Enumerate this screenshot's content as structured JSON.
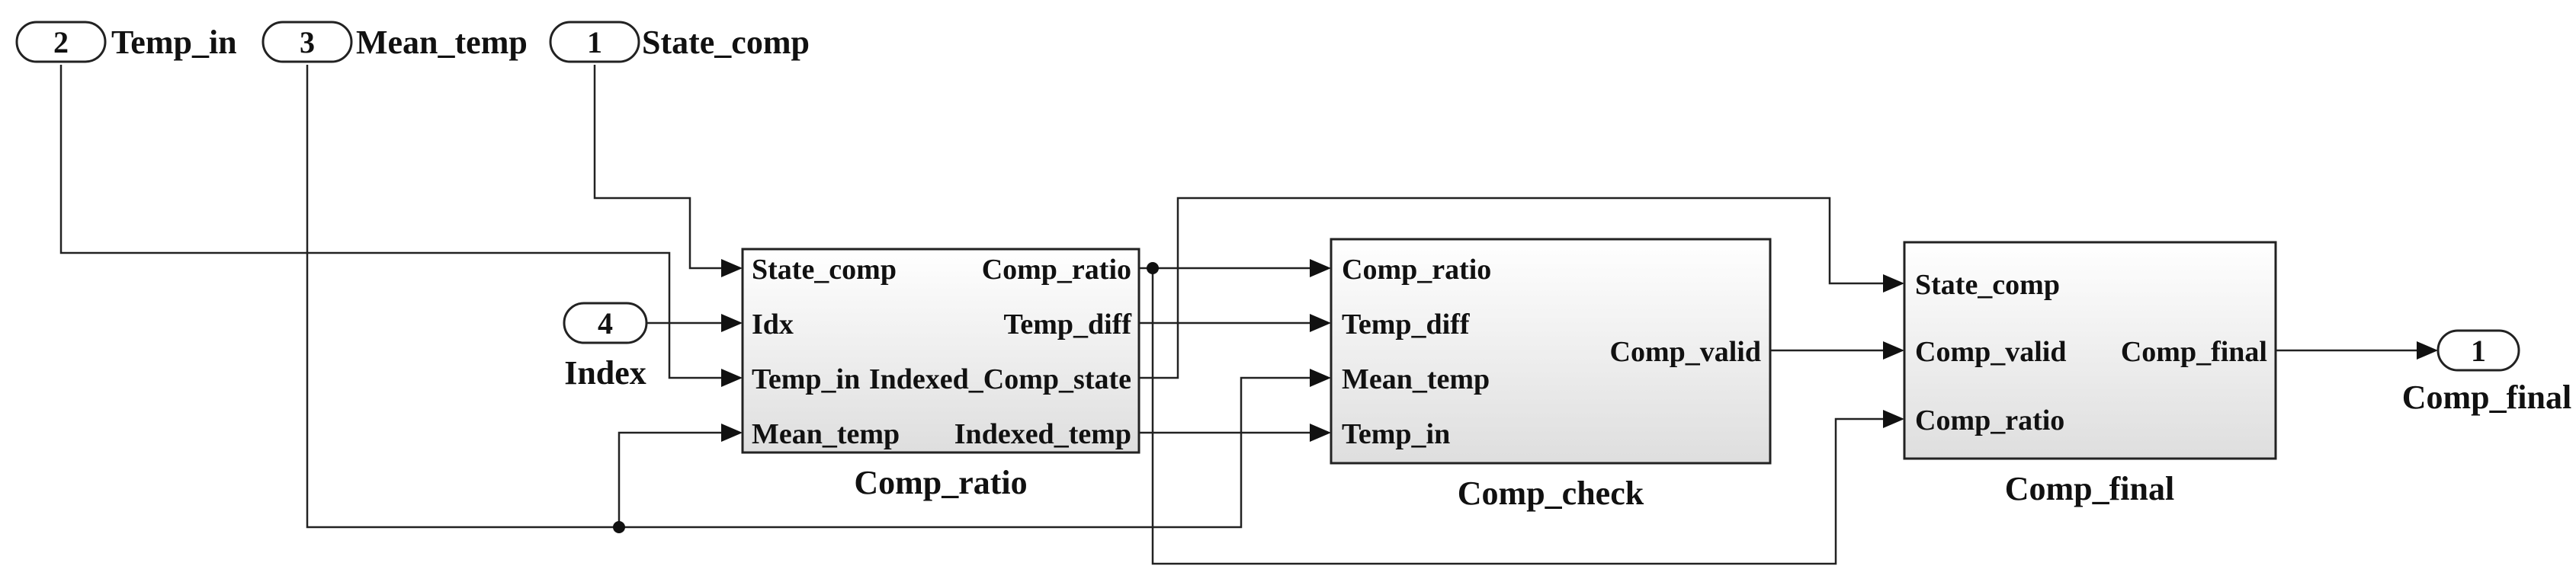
{
  "inports": [
    {
      "number": "2",
      "label": "Temp_in"
    },
    {
      "number": "3",
      "label": "Mean_temp"
    },
    {
      "number": "1",
      "label": "State_comp"
    },
    {
      "number": "4",
      "label": "Index"
    }
  ],
  "outport": {
    "number": "1",
    "label": "Comp_final"
  },
  "blocks": {
    "comp_ratio": {
      "title": "Comp_ratio",
      "inputs": [
        "State_comp",
        "Idx",
        "Temp_in",
        "Mean_temp"
      ],
      "outputs": [
        "Comp_ratio",
        "Temp_diff",
        "Indexed_Comp_state",
        "Indexed_temp"
      ]
    },
    "comp_check": {
      "title": "Comp_check",
      "inputs": [
        "Comp_ratio",
        "Temp_diff",
        "Mean_temp",
        "Temp_in"
      ],
      "outputs": [
        "Comp_valid"
      ]
    },
    "comp_final": {
      "title": "Comp_final",
      "inputs": [
        "State_comp",
        "Comp_valid",
        "Comp_ratio"
      ],
      "outputs": [
        "Comp_final"
      ]
    }
  }
}
